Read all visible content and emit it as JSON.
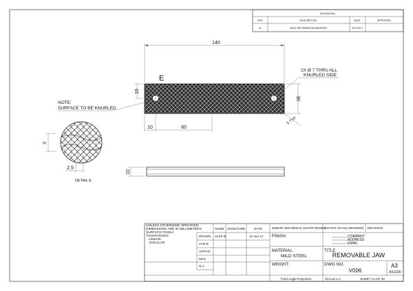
{
  "revisions": {
    "title": "REVISIONS",
    "headers": [
      "REV.",
      "DESCRIPTION",
      "DATE",
      "APPROVED"
    ],
    "rows": [
      [
        "B",
        "HOLE INFORMATION MODIFIED",
        "15/7/2017",
        ""
      ]
    ]
  },
  "drawing": {
    "section_label": "E",
    "dim_length": "140",
    "dim_height": "15",
    "dim_width": "30",
    "dim_offset": "10",
    "dim_spacing": "60",
    "hole_note_1": "2X Ø 7 THRU ALL",
    "hole_note_2": "KNURLED SIDE",
    "dim_typ": "5 TYP",
    "note_line1": "NOTE:",
    "note_line2": "SURFACE TO BE KNURLED",
    "detail_dim_v": "3",
    "detail_dim_h": "2.5",
    "detail_label": "DETAIL E",
    "side_dim": "10"
  },
  "title_block": {
    "general_notes": [
      "UNLESS OTHERWISE SPECIFIED:",
      "DIMENSIONS ARE IN MILLIMETERS",
      "SURFACE FINISH:",
      "TOLERANCES:",
      "LINEAR:",
      "ANGULAR:"
    ],
    "col_name": "NAME",
    "col_signature": "SIGNATURE",
    "col_date": "DATE",
    "rows": [
      "DRAWN",
      "CHK'D",
      "APPV'D",
      "MFG",
      "Q.A"
    ],
    "drawn_name": "ALEX B",
    "drawn_date": "13-Jun-17",
    "deburr": "DEBUR AND BREAK SHARP EDGES",
    "no_scale": "DO NOT SCALE DRAWING",
    "revision_label": "REVISION",
    "finish_label": "FINISH:",
    "company": "COMPANY",
    "address": "ADDRESS",
    "email": "EMAIL",
    "title_label": "TITLE:",
    "title": "REMOVABLE JAW",
    "material_label": "MATERIAL:",
    "material": "MILD STEEL",
    "weight_label": "WEIGHT:",
    "dwg_no_label": "DWG NO.",
    "dwg_no": "V006",
    "sheet_size": "A3",
    "part_code": "AS1100",
    "projection": "Third Angle Projection",
    "scale": "SCALE:1:1",
    "sheet": "SHEET 13 OF 30"
  }
}
